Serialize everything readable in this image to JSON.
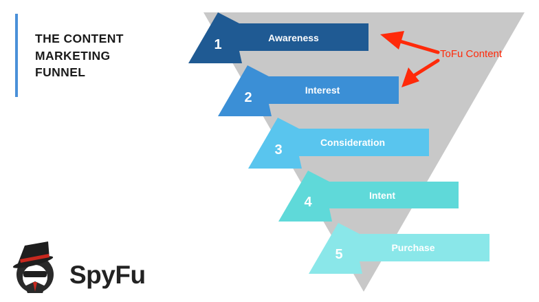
{
  "title": {
    "lines": [
      "THE CONTENT",
      "MARKETING",
      "FUNNEL"
    ]
  },
  "stages": [
    {
      "number": "1",
      "label": "Awareness",
      "color": "#1f5a93"
    },
    {
      "number": "2",
      "label": "Interest",
      "color": "#3b8fd6"
    },
    {
      "number": "3",
      "label": "Consideration",
      "color": "#59c5ee"
    },
    {
      "number": "4",
      "label": "Intent",
      "color": "#5fd9d9"
    },
    {
      "number": "5",
      "label": "Purchase",
      "color": "#8ae7e9"
    }
  ],
  "annotation": {
    "label": "ToFu Content",
    "color": "#ff2a0a"
  },
  "funnel_color": "#c8c8c8",
  "logo": {
    "text": "SpyFu",
    "icon": "spy-hat-icon"
  }
}
